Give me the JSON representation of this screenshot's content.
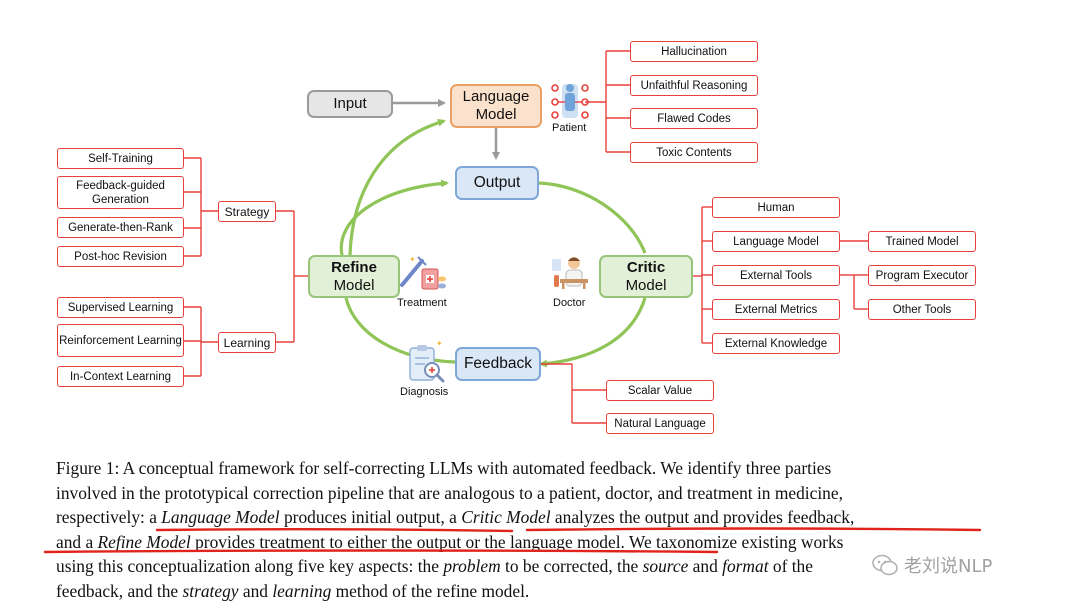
{
  "diagram": {
    "input": "Input",
    "language_model": [
      "Language",
      "Model"
    ],
    "output": "Output",
    "feedback": "Feedback",
    "refine_model": [
      "Refine",
      "Model"
    ],
    "critic_model": [
      "Critic",
      "Model"
    ],
    "roles": {
      "patient": "Patient",
      "treatment": "Treatment",
      "doctor": "Doctor",
      "diagnosis": "Diagnosis"
    },
    "problems": [
      "Hallucination",
      "Unfaithful Reasoning",
      "Flawed Codes",
      "Toxic Contents"
    ],
    "strategy": {
      "label": "Strategy",
      "items": [
        "Self-Training",
        "Feedback-guided Generation",
        "Generate-then-Rank",
        "Post-hoc Revision"
      ]
    },
    "learning": {
      "label": "Learning",
      "items": [
        "Supervised Learning",
        "Reinforcement Learning",
        "In-Context Learning"
      ]
    },
    "critic_sources": [
      "Human",
      "Language Model",
      "External Tools",
      "External Metrics",
      "External Knowledge"
    ],
    "language_model_types": [
      "Trained Model"
    ],
    "tool_types": [
      "Program Executor",
      "Other Tools"
    ],
    "feedback_formats": [
      "Scalar Value",
      "Natural Language"
    ]
  },
  "caption": {
    "line1": "Figure 1: A conceptual framework for self-correcting LLMs with automated feedback. We identify three parties",
    "line2": "involved in the prototypical correction pipeline that are analogous to a patient, doctor, and treatment in medicine,",
    "line3_a": "respectively: a ",
    "line3_b": "Language Model",
    "line3_c": " produces initial output, a ",
    "line3_d": "Critic Model",
    "line3_e": " analyzes the output and provides feedback,",
    "line4_a": "and a ",
    "line4_b": "Refine Model",
    "line4_c": " provides treatment to either the output or the language model. We taxonomize existing works",
    "line5_a": "using this conceptualization along five key aspects: the ",
    "line5_b": "problem",
    "line5_c": " to be corrected, the ",
    "line5_d": "source",
    "line5_e": " and ",
    "line5_f": "format",
    "line5_g": " of the",
    "line6_a": "feedback, and the ",
    "line6_b": "strategy",
    "line6_c": " and ",
    "line6_d": "learning",
    "line6_e": " method of the refine model."
  },
  "watermark": "老刘说NLP",
  "colors": {
    "red": "#e8403a",
    "green_arrow": "#8fc457",
    "gray_arrow": "#9a9a9a",
    "underline": "#e0241b"
  }
}
